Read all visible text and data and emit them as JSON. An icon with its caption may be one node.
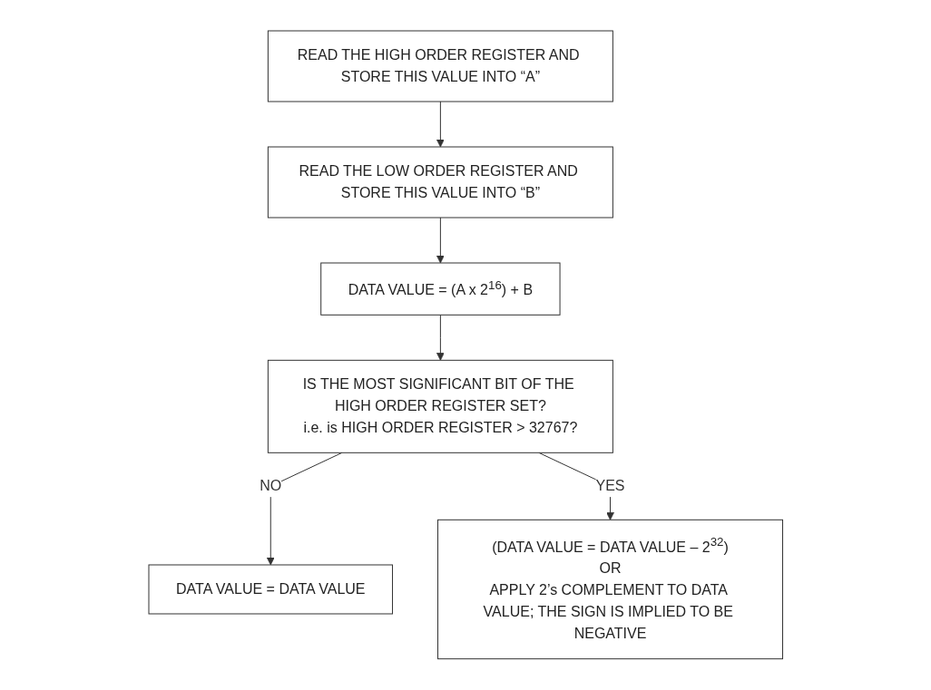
{
  "diagram": {
    "nodes": [
      {
        "text": [
          "READ THE HIGH ORDER REGISTER AND STORE THIS VALUE INTO “A”"
        ]
      },
      {
        "text": [
          "READ THE LOW ORDER REGISTER AND STORE THIS VALUE INTO “B”"
        ]
      },
      {
        "text": [
          "DATA VALUE = (A x 2$^{16}$) + B"
        ]
      },
      {
        "text": [
          "IS THE MOST SIGNIFICANT BIT OF THE HIGH ORDER REGISTER SET?",
          "i.e. is HIGH ORDER REGISTER > 32767?"
        ]
      },
      {
        "text": [
          "DATA VALUE = DATA VALUE"
        ]
      },
      {
        "text": [
          "(DATA VALUE = DATA VALUE – 2$^{32}$)",
          "OR",
          "APPLY 2’s COMPLEMENT TO DATA VALUE; THE SIGN IS IMPLIED TO BE NEGATIVE"
        ]
      }
    ],
    "edges": [
      {
        "from": 0,
        "to": 1,
        "arrow": "to"
      },
      {
        "from": 1,
        "to": 2,
        "arrow": "to"
      },
      {
        "from": 2,
        "to": 3,
        "arrow": "to"
      },
      {
        "from": 3,
        "to": 4,
        "label": "NO",
        "arrow": "to"
      },
      {
        "from": 3,
        "to": 5,
        "label": "YES",
        "arrow": "to"
      }
    ]
  }
}
